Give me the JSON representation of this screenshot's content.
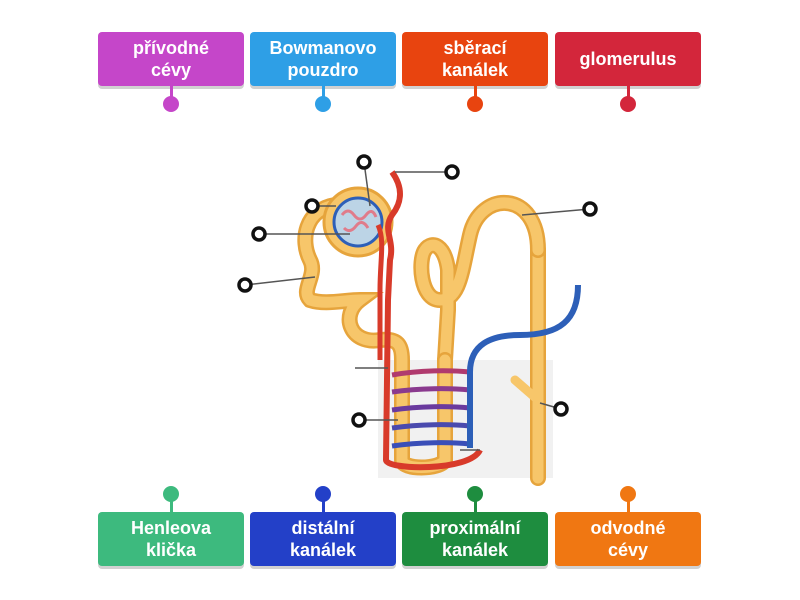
{
  "top_labels": [
    {
      "text": "přívodné\ncévy",
      "color": "#c546c9"
    },
    {
      "text": "Bowmanovo\npouzdro",
      "color": "#2e9fe6"
    },
    {
      "text": "sběrací\nkanálek",
      "color": "#e8440f"
    },
    {
      "text": "glomerulus",
      "color": "#d3263b"
    }
  ],
  "bottom_labels": [
    {
      "text": "Henleova\nklička",
      "color": "#3dba7e"
    },
    {
      "text": "distální\nkanálek",
      "color": "#2340c8"
    },
    {
      "text": "proximální\nkanálek",
      "color": "#1e8d3f"
    },
    {
      "text": "odvodné\ncévy",
      "color": "#f07712"
    }
  ],
  "colors": {
    "tubule": "#f7c66a",
    "tubule_edge": "#e6a43c",
    "artery": "#d83a2a",
    "vein": "#2d5fb8",
    "target_ring": "#111111"
  }
}
